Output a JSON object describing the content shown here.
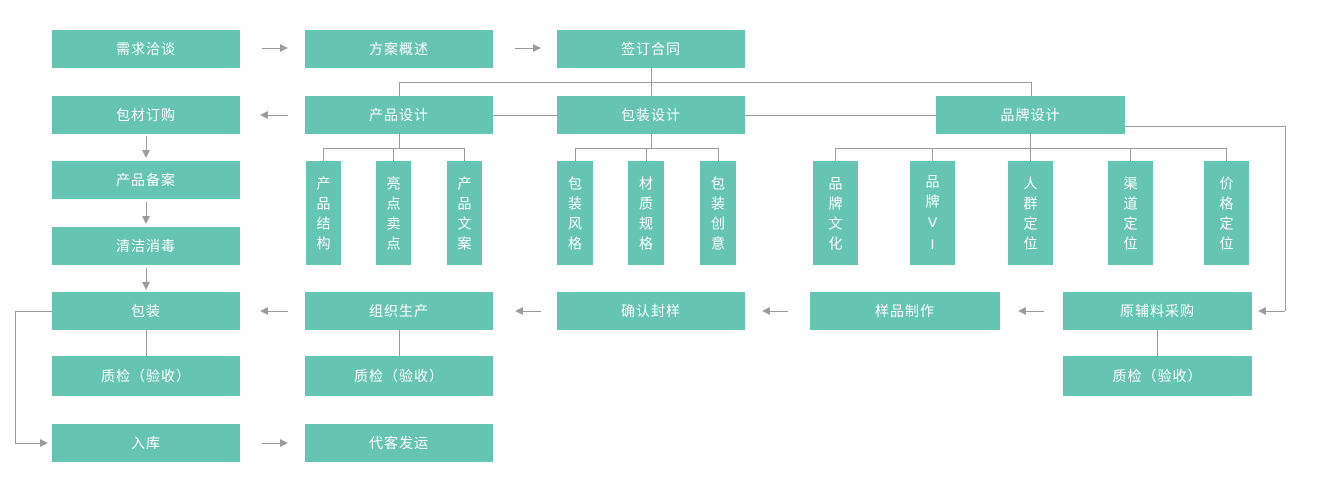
{
  "diagram": {
    "type": "flowchart",
    "description": "product production and delivery workflow",
    "colors": {
      "node_fill": "#65c4b2",
      "node_text": "#ffffff",
      "line": "#9b9b9b",
      "background": "#ffffff"
    },
    "labels": {
      "demand_talk": "需求洽谈",
      "plan_overview": "方案概述",
      "sign_contract": "签订合同",
      "material_order": "包材订购",
      "product_design": "产品设计",
      "package_design": "包装设计",
      "brand_design": "品牌设计",
      "product_structure": "产品结构",
      "highlight_points": "亮点卖点",
      "product_copy": "产品文案",
      "package_style": "包装风格",
      "material_spec": "材质规格",
      "package_idea": "包装创意",
      "brand_culture": "品牌文化",
      "brand_vi": "品牌VI",
      "crowd_position": "人群定位",
      "channel_position": "渠道定位",
      "price_position": "价格定位",
      "product_filing": "产品备案",
      "clean_disinfect": "清洁消毒",
      "packing": "包装",
      "qc_check": "质检（验收）",
      "warehouse_in": "入库",
      "organize_production": "组织生产",
      "ship_for_customer": "代客发运",
      "confirm_sample": "确认封样",
      "sample_making": "样品制作",
      "raw_material_purchase": "原辅料采购"
    },
    "flow_notes": {
      "top_flow": "需求洽谈 → 方案概述 → 签订合同 → (产品设计 / 包装设计 / 品牌设计)",
      "left_flow": "包材订购 → 产品备案 → 清洁消毒 → 包装 → 质检（验收）/ 入库 → 代客发运",
      "bottom_flow": "原辅料采购 → 样品制作 → 确认封样 → 组织生产 → 包装"
    }
  }
}
